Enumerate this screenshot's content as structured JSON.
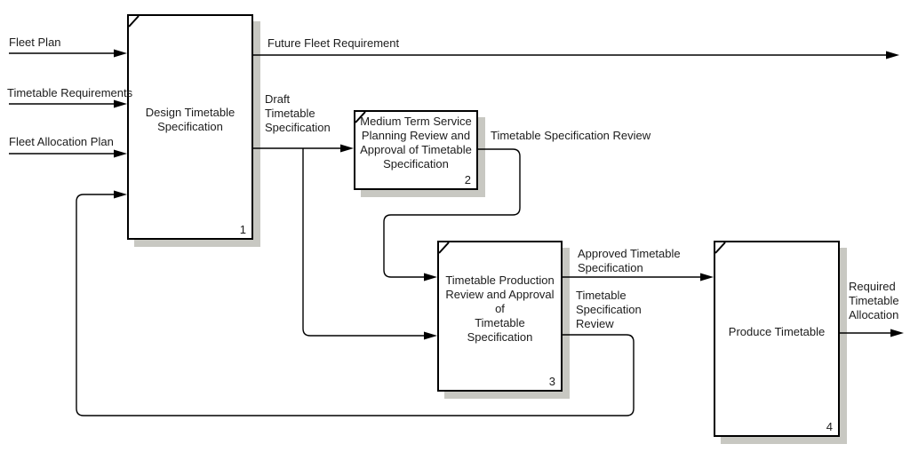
{
  "diagram": {
    "title": "Timetable specification and production process flow",
    "colors": {
      "background": "#ffffff",
      "box_fill": "#ffffff",
      "box_border": "#000000",
      "box_shadow": "#c8c8c2",
      "connector": "#000000",
      "text": "#1c1c1c"
    },
    "boxes": [
      {
        "label": "Design Timetable\nSpecification",
        "number": "1"
      },
      {
        "label": "Medium Term Service\nPlanning Review and\nApproval of Timetable\nSpecification",
        "number": "2"
      },
      {
        "label": "Timetable Production\nReview and Approval of\nTimetable Specification",
        "number": "3"
      },
      {
        "label": "Produce Timetable",
        "number": "4"
      }
    ],
    "labels": {
      "fleet_plan": "Fleet Plan",
      "timetable_requirements": "Timetable Requirements",
      "fleet_allocation_plan": "Fleet Allocation Plan",
      "future_fleet_requirement": "Future Fleet Requirement",
      "draft_timetable_specification": "Draft\nTimetable\nSpecification",
      "timetable_specification_review_mid": "Timetable Specification Review",
      "approved_timetable_specification": "Approved Timetable\nSpecification",
      "timetable_specification_review_feedback": "Timetable\nSpecification\nReview",
      "required_timetable_allocation": "Required\nTimetable\nAllocation"
    }
  }
}
